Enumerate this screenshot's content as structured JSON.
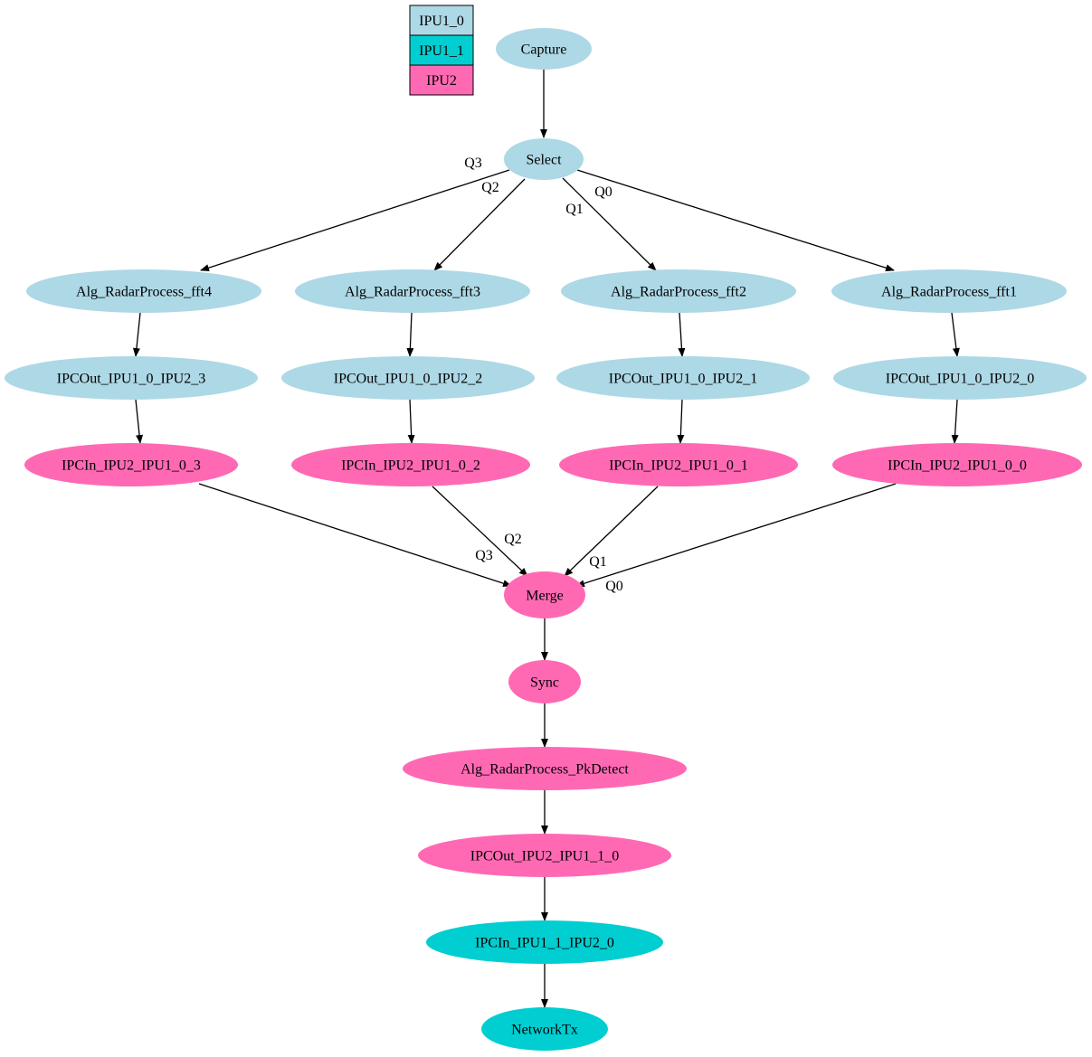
{
  "colors": {
    "IPU1_0": "#add8e6",
    "IPU1_1": "#00ced1",
    "IPU2": "#ff69b4",
    "edge": "#000000"
  },
  "legend": [
    {
      "label": "IPU1_0",
      "core": "IPU1_0"
    },
    {
      "label": "IPU1_1",
      "core": "IPU1_1"
    },
    {
      "label": "IPU2",
      "core": "IPU2"
    }
  ],
  "nodes": [
    {
      "id": "capture",
      "label": "Capture",
      "core": "IPU1_0"
    },
    {
      "id": "select",
      "label": "Select",
      "core": "IPU1_0"
    },
    {
      "id": "alg_fft4",
      "label": "Alg_RadarProcess_fft4",
      "core": "IPU1_0"
    },
    {
      "id": "alg_fft3",
      "label": "Alg_RadarProcess_fft3",
      "core": "IPU1_0"
    },
    {
      "id": "alg_fft2",
      "label": "Alg_RadarProcess_fft2",
      "core": "IPU1_0"
    },
    {
      "id": "alg_fft1",
      "label": "Alg_RadarProcess_fft1",
      "core": "IPU1_0"
    },
    {
      "id": "ipcout_3",
      "label": "IPCOut_IPU1_0_IPU2_3",
      "core": "IPU1_0"
    },
    {
      "id": "ipcout_2",
      "label": "IPCOut_IPU1_0_IPU2_2",
      "core": "IPU1_0"
    },
    {
      "id": "ipcout_1",
      "label": "IPCOut_IPU1_0_IPU2_1",
      "core": "IPU1_0"
    },
    {
      "id": "ipcout_0",
      "label": "IPCOut_IPU1_0_IPU2_0",
      "core": "IPU1_0"
    },
    {
      "id": "ipcin_3",
      "label": "IPCIn_IPU2_IPU1_0_3",
      "core": "IPU2"
    },
    {
      "id": "ipcin_2",
      "label": "IPCIn_IPU2_IPU1_0_2",
      "core": "IPU2"
    },
    {
      "id": "ipcin_1",
      "label": "IPCIn_IPU2_IPU1_0_1",
      "core": "IPU2"
    },
    {
      "id": "ipcin_0",
      "label": "IPCIn_IPU2_IPU1_0_0",
      "core": "IPU2"
    },
    {
      "id": "merge",
      "label": "Merge",
      "core": "IPU2"
    },
    {
      "id": "sync",
      "label": "Sync",
      "core": "IPU2"
    },
    {
      "id": "pkdetect",
      "label": "Alg_RadarProcess_PkDetect",
      "core": "IPU2"
    },
    {
      "id": "ipcout_ipu2",
      "label": "IPCOut_IPU2_IPU1_1_0",
      "core": "IPU2"
    },
    {
      "id": "ipcin_ipu1_1",
      "label": "IPCIn_IPU1_1_IPU2_0",
      "core": "IPU1_1"
    },
    {
      "id": "networktx",
      "label": "NetworkTx",
      "core": "IPU1_1"
    }
  ],
  "edges": [
    {
      "from": "capture",
      "to": "select",
      "label": ""
    },
    {
      "from": "select",
      "to": "alg_fft4",
      "label": "Q3"
    },
    {
      "from": "select",
      "to": "alg_fft3",
      "label": "Q2"
    },
    {
      "from": "select",
      "to": "alg_fft2",
      "label": "Q1"
    },
    {
      "from": "select",
      "to": "alg_fft1",
      "label": "Q0"
    },
    {
      "from": "alg_fft4",
      "to": "ipcout_3",
      "label": ""
    },
    {
      "from": "alg_fft3",
      "to": "ipcout_2",
      "label": ""
    },
    {
      "from": "alg_fft2",
      "to": "ipcout_1",
      "label": ""
    },
    {
      "from": "alg_fft1",
      "to": "ipcout_0",
      "label": ""
    },
    {
      "from": "ipcout_3",
      "to": "ipcin_3",
      "label": ""
    },
    {
      "from": "ipcout_2",
      "to": "ipcin_2",
      "label": ""
    },
    {
      "from": "ipcout_1",
      "to": "ipcin_1",
      "label": ""
    },
    {
      "from": "ipcout_0",
      "to": "ipcin_0",
      "label": ""
    },
    {
      "from": "ipcin_3",
      "to": "merge",
      "label": "Q3"
    },
    {
      "from": "ipcin_2",
      "to": "merge",
      "label": "Q2"
    },
    {
      "from": "ipcin_1",
      "to": "merge",
      "label": "Q1"
    },
    {
      "from": "ipcin_0",
      "to": "merge",
      "label": "Q0"
    },
    {
      "from": "merge",
      "to": "sync",
      "label": ""
    },
    {
      "from": "sync",
      "to": "pkdetect",
      "label": ""
    },
    {
      "from": "pkdetect",
      "to": "ipcout_ipu2",
      "label": ""
    },
    {
      "from": "ipcout_ipu2",
      "to": "ipcin_ipu1_1",
      "label": ""
    },
    {
      "from": "ipcin_ipu1_1",
      "to": "networktx",
      "label": ""
    }
  ]
}
